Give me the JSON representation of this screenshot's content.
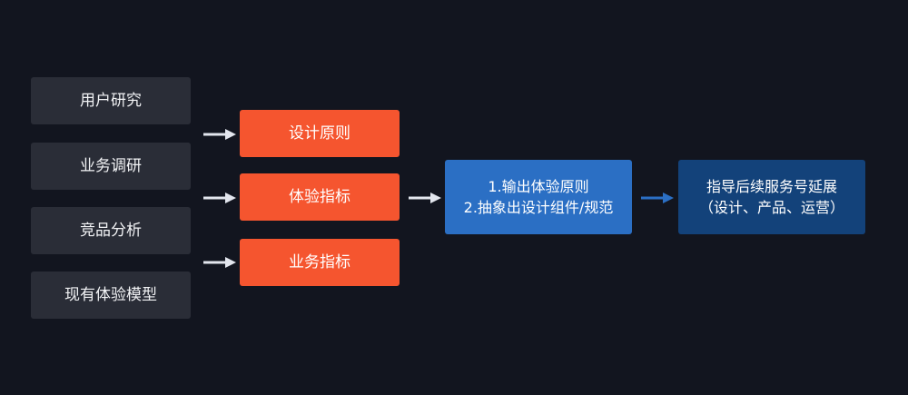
{
  "inputs": [
    {
      "label": "用户研究"
    },
    {
      "label": "业务调研"
    },
    {
      "label": "竞品分析"
    },
    {
      "label": "现有体验模型"
    }
  ],
  "principles": [
    {
      "label": "设计原则"
    },
    {
      "label": "体验指标"
    },
    {
      "label": "业务指标"
    }
  ],
  "outputs": {
    "label": "1.输出体验原则\n2.抽象出设计组件/规范"
  },
  "result": {
    "label": "指导后续服务号延展\n（设计、产品、运营）"
  },
  "colors": {
    "background": "#12151f",
    "input_box": "#2a2d37",
    "orange": "#f5552f",
    "blue": "#2b6fc4",
    "dark_blue": "#13427a",
    "light_arrow": "#e3e6ee",
    "blue_arrow": "#2b6fc4"
  }
}
